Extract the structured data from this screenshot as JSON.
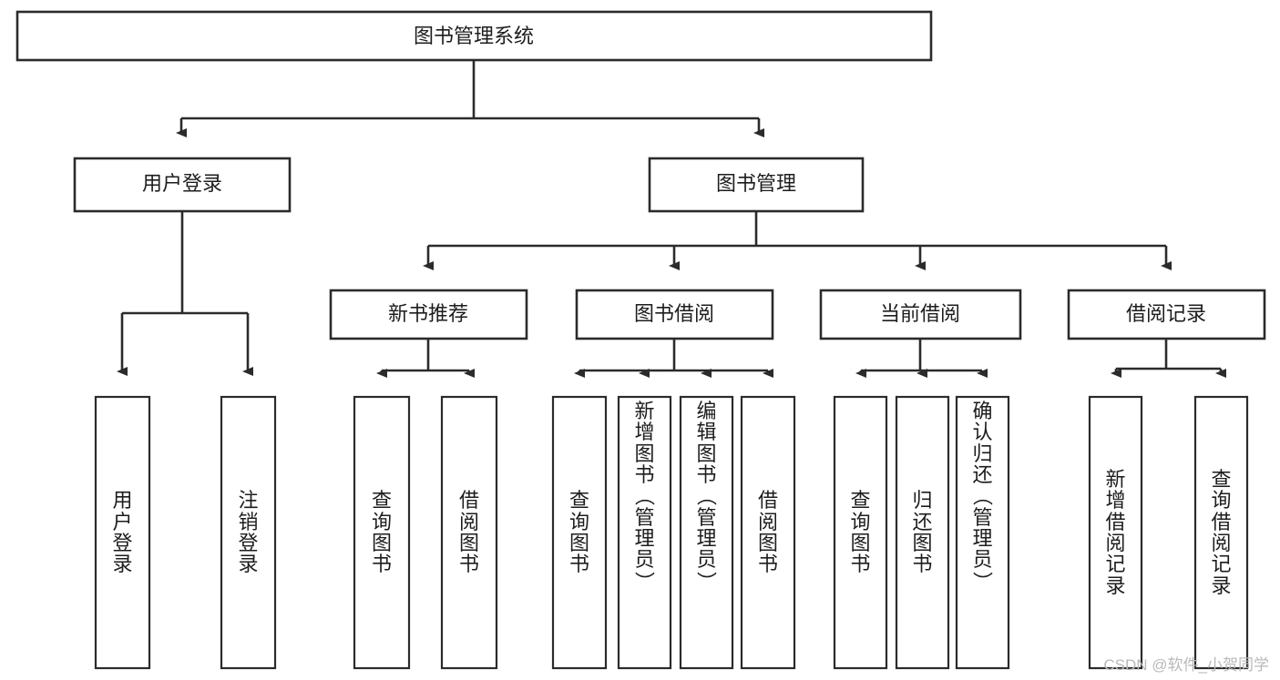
{
  "diagram": {
    "type": "tree-hierarchy",
    "title": "图书管理系统",
    "watermark": "CSDN @软件_小贺同学",
    "colors": {
      "stroke": "#2b2b2b",
      "fill": "#ffffff",
      "text": "#1d1d1d",
      "watermark": "#b9b9b9"
    },
    "root": {
      "label": "图书管理系统"
    },
    "level2": [
      {
        "label": "用户登录"
      },
      {
        "label": "图书管理"
      }
    ],
    "level3": [
      {
        "label": "新书推荐"
      },
      {
        "label": "图书借阅"
      },
      {
        "label": "当前借阅"
      },
      {
        "label": "借阅记录"
      }
    ],
    "leaves": {
      "user_login": [
        {
          "label": "用户登录"
        },
        {
          "label": "注销登录"
        }
      ],
      "new_book_recommend": [
        {
          "label": "查询图书"
        },
        {
          "label": "借阅图书"
        }
      ],
      "book_borrow": [
        {
          "label": "查询图书"
        },
        {
          "label": "新增图书（管理员）"
        },
        {
          "label": "编辑图书（管理员）"
        },
        {
          "label": "借阅图书"
        }
      ],
      "current_borrow": [
        {
          "label": "查询图书"
        },
        {
          "label": "归还图书"
        },
        {
          "label": "确认归还（管理员）"
        }
      ],
      "borrow_record": [
        {
          "label": "新增借阅记录"
        },
        {
          "label": "查询借阅记录"
        }
      ]
    }
  }
}
